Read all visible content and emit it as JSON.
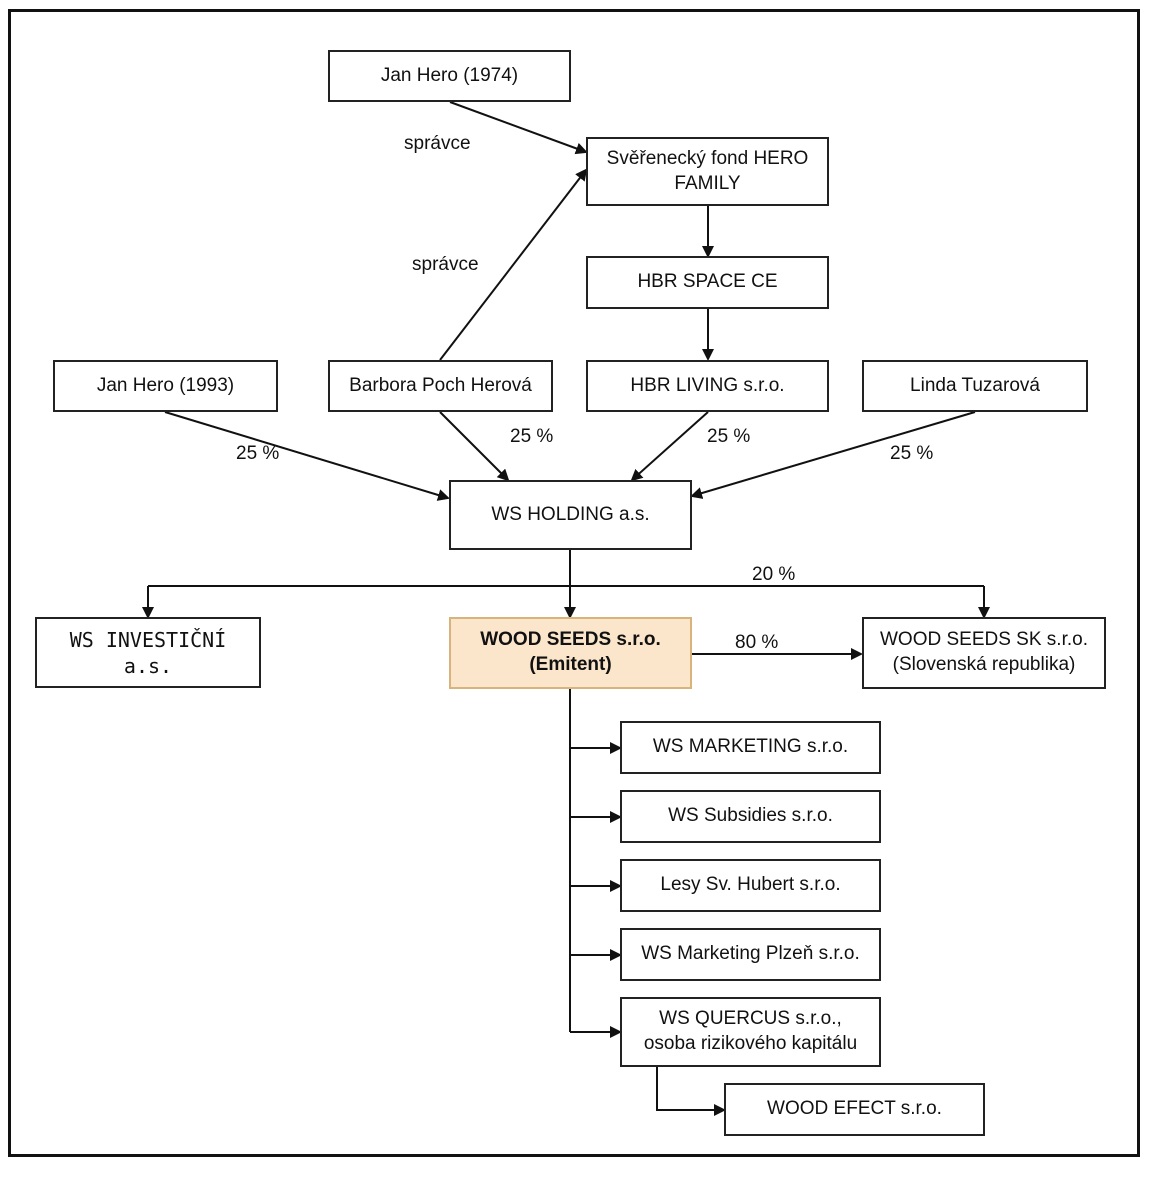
{
  "nodes": {
    "jan_hero_1974": "Jan Hero (1974)",
    "fund_line1": "Svěřenecký fond HERO",
    "fund_line2": "FAMILY",
    "hbr_space": "HBR SPACE CE",
    "jan_hero_1993": "Jan Hero (1993)",
    "barbora": "Barbora Poch Herová",
    "hbr_living": "HBR LIVING s.r.o.",
    "linda": "Linda Tuzarová",
    "ws_holding": "WS HOLDING a.s.",
    "ws_investicni": "WS INVESTIČNÍ a.s.",
    "wood_seeds_line1": "WOOD SEEDS s.r.o.",
    "wood_seeds_line2": "(Emitent)",
    "wood_seeds_sk_line1": "WOOD SEEDS SK s.r.o.",
    "wood_seeds_sk_line2": "(Slovenská republika)",
    "ws_marketing": "WS MARKETING s.r.o.",
    "ws_subsidies": "WS Subsidies s.r.o.",
    "lesy_hubert": "Lesy Sv. Hubert s.r.o.",
    "ws_marketing_plzen": "WS Marketing Plzeň s.r.o.",
    "ws_quercus_line1": "WS QUERCUS s.r.o.,",
    "ws_quercus_line2": "osoba rizikového kapitálu",
    "wood_efect": "WOOD EFECT s.r.o."
  },
  "edge_labels": {
    "spravce_1": "správce",
    "spravce_2": "správce",
    "pct_jan1993": "25 %",
    "pct_barbora": "25 %",
    "pct_hbr_living": "25 %",
    "pct_linda": "25 %",
    "pct_sk_holding": "20 %",
    "pct_sk_emitent": "80 %"
  },
  "colors": {
    "emitent_fill": "#fbe6cc",
    "emitent_border": "#d6b47c",
    "line": "#111111"
  }
}
